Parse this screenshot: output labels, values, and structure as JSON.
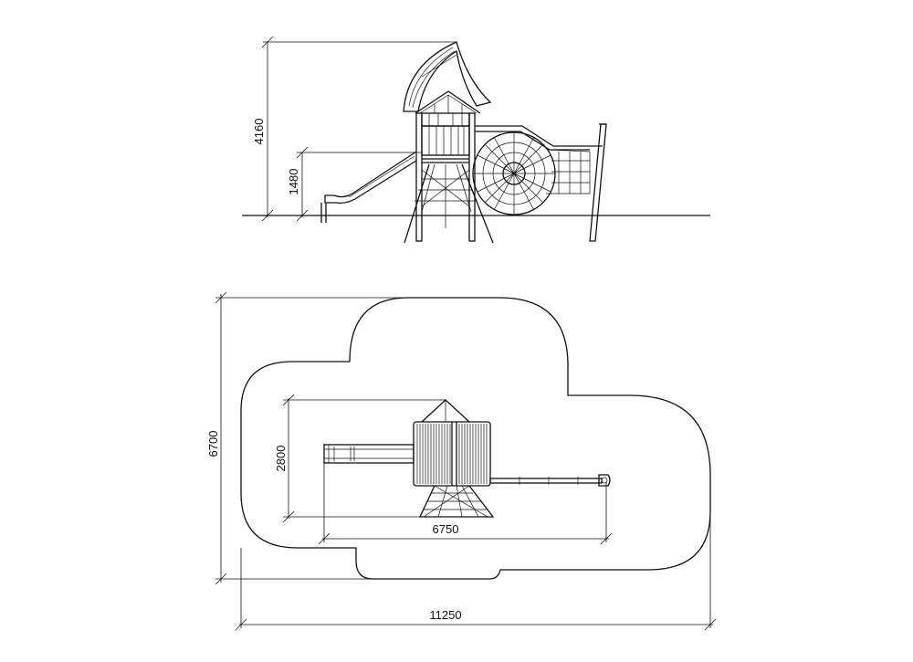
{
  "colors": {
    "line": "#111111",
    "background": "#ffffff"
  },
  "elevation": {
    "dims": {
      "total_height": "4160",
      "platform_height": "1480"
    }
  },
  "plan": {
    "dims": {
      "safety_length": "11250",
      "safety_width": "6700",
      "equipment_length": "6750",
      "equipment_width": "2800"
    }
  }
}
